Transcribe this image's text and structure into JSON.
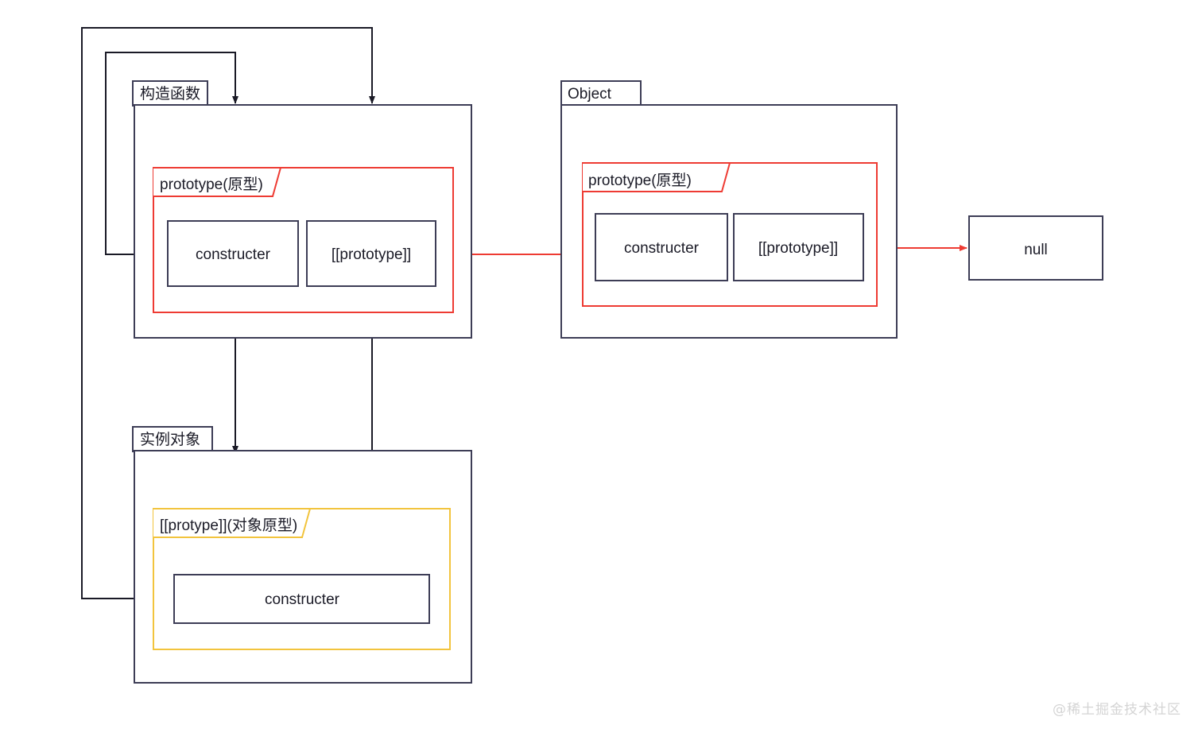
{
  "diagram": {
    "title": "JavaScript prototype chain diagram",
    "colors": {
      "stroke_navy": "#3d3d56",
      "stroke_red": "#ee3b33",
      "stroke_yellow": "#f2c43d",
      "stroke_black": "#1a1a26",
      "text": "#1a1a26",
      "background": "#ffffff",
      "watermark": "#d4d4d4"
    },
    "packages": [
      {
        "id": "constructor-function",
        "tab_label": "构造函数",
        "inner_group": {
          "id": "prototype-group-ctor",
          "label": "prototype(原型)",
          "color": "#ee3b33",
          "boxes": [
            {
              "id": "ctor-constructer",
              "label": "constructer"
            },
            {
              "id": "ctor-internal-prototype",
              "label": "[[prototype]]"
            }
          ]
        }
      },
      {
        "id": "object-package",
        "tab_label": "Object",
        "inner_group": {
          "id": "prototype-group-object",
          "label": "prototype(原型)",
          "color": "#ee3b33",
          "boxes": [
            {
              "id": "object-constructer",
              "label": "constructer"
            },
            {
              "id": "object-internal-prototype",
              "label": "[[prototype]]"
            }
          ]
        }
      },
      {
        "id": "instance-object",
        "tab_label": "实例对象",
        "inner_group": {
          "id": "protype-group-instance",
          "label": "[[protype]](对象原型)",
          "color": "#f2c43d",
          "boxes": [
            {
              "id": "instance-constructer",
              "label": "constructer"
            }
          ]
        }
      }
    ],
    "terminal_node": {
      "id": "null-node",
      "label": "null"
    },
    "watermark": "@稀土掘金技术社区"
  }
}
